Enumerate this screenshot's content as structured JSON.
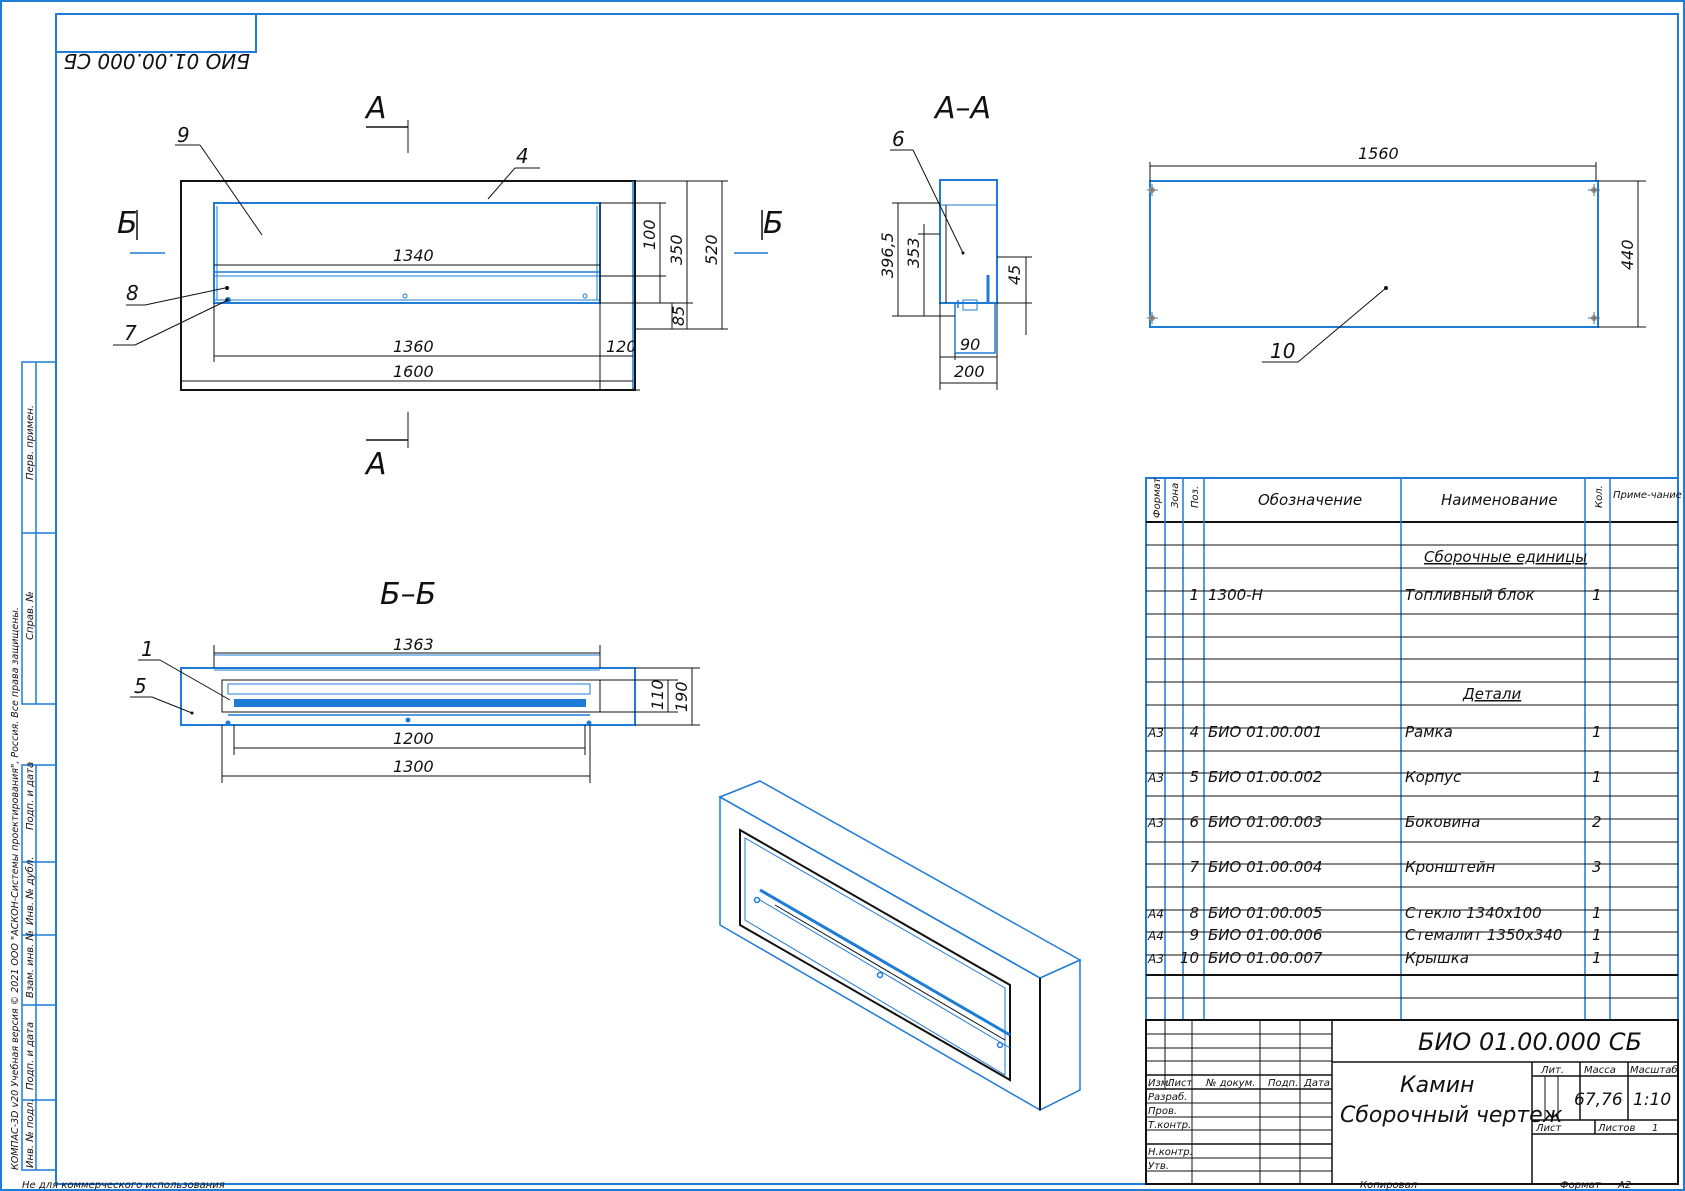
{
  "stamp_code": "БИО 01.00.000 СБ",
  "dims": {
    "front_1340": "1340",
    "front_1360": "1360",
    "front_120": "120",
    "front_1600": "1600",
    "front_100": "100",
    "front_350": "350",
    "front_520": "520",
    "front_85": "85",
    "aa_3965": "396,5",
    "aa_353": "353",
    "aa_45": "45",
    "aa_90": "90",
    "aa_200": "200",
    "top_1560": "1560",
    "top_440": "440",
    "bb_1363": "1363",
    "bb_110": "110",
    "bb_190": "190",
    "bb_1200": "1200",
    "bb_1300": "1300"
  },
  "section_marks": {
    "a": "А",
    "b": "Б",
    "aa_title": "А–А",
    "bb_title": "Б–Б"
  },
  "leaders": [
    "9",
    "4",
    "8",
    "7",
    "6",
    "10",
    "1",
    "5"
  ],
  "side_labels": [
    "Перв. примен.",
    "Справ. №",
    "Подп. и дата",
    "Инв. № дубл.",
    "Взам. инв. №",
    "Подп. и дата",
    "Инв. № подл."
  ],
  "side_note": "КОМПАС-3D v20 Учебная версия © 2021 ООО \"АСКОН-Системы проектирования\", Россия. Все права защищены.",
  "spec": {
    "headers": [
      "Формат",
      "Зона",
      "Поз.",
      "Обозначение",
      "Наименование",
      "Кол.",
      "Приме-чание"
    ],
    "section_assemblies": "Сборочные единицы",
    "section_parts": "Детали",
    "rows": [
      {
        "fmt": "",
        "pos": "1",
        "code": "1300-Н",
        "name": "Топливный блок",
        "qty": "1"
      },
      {
        "fmt": "А3",
        "pos": "4",
        "code": "БИО 01.00.001",
        "name": "Рамка",
        "qty": "1"
      },
      {
        "fmt": "А3",
        "pos": "5",
        "code": "БИО 01.00.002",
        "name": "Корпус",
        "qty": "1"
      },
      {
        "fmt": "А3",
        "pos": "6",
        "code": "БИО 01.00.003",
        "name": "Боковина",
        "qty": "2"
      },
      {
        "fmt": "",
        "pos": "7",
        "code": "БИО 01.00.004",
        "name": "Кронштейн",
        "qty": "3"
      },
      {
        "fmt": "А4",
        "pos": "8",
        "code": "БИО 01.00.005",
        "name": "Стекло  1340х100",
        "qty": "1"
      },
      {
        "fmt": "А4",
        "pos": "9",
        "code": "БИО 01.00.006",
        "name": "Стемалит 1350х340",
        "qty": "1"
      },
      {
        "fmt": "А3",
        "pos": "10",
        "code": "БИО 01.00.007",
        "name": "Крышка",
        "qty": "1"
      }
    ]
  },
  "title_block": {
    "code": "БИО 01.00.000 СБ",
    "name_line1": "Камин",
    "name_line2": "Сборочный чертеж",
    "lit": "Лит.",
    "mass_label": "Масса",
    "scale_label": "Масштаб",
    "mass": "67,76",
    "scale": "1:10",
    "sheet": "Лист",
    "sheets": "Листов",
    "sheets_count": "1",
    "col_heads": [
      "Изм.",
      "Лист",
      "№ докум.",
      "Подп.",
      "Дата"
    ],
    "roles": [
      "Разраб.",
      "Пров.",
      "Т.контр.",
      "Н.контр.",
      "Утв."
    ]
  },
  "footer": {
    "noncommercial": "Не для коммерческого использования",
    "copied": "Копировал",
    "format": "Формат",
    "format_value": "А2"
  },
  "colors": {
    "blue": "#1e7bd6",
    "line": "#111111"
  }
}
